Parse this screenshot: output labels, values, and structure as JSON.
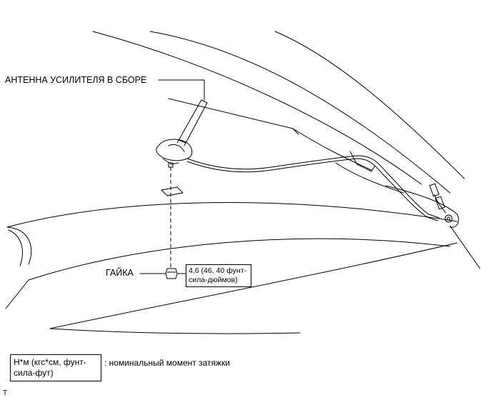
{
  "labels": {
    "antenna_assembly": "АНТЕННА УСИЛИТЕЛЯ В СБОРЕ",
    "nut": "ГАЙКА",
    "torque_value_line1": "4,6 (46, 40 фунт-",
    "torque_value_line2": "сила-дюймов)"
  },
  "legend": {
    "units_line1": "Н*м (кгс*см, фунт-",
    "units_line2": "сила-фут)",
    "description": ": номинальный момент затяжки"
  },
  "footer": {
    "mark": "T"
  }
}
